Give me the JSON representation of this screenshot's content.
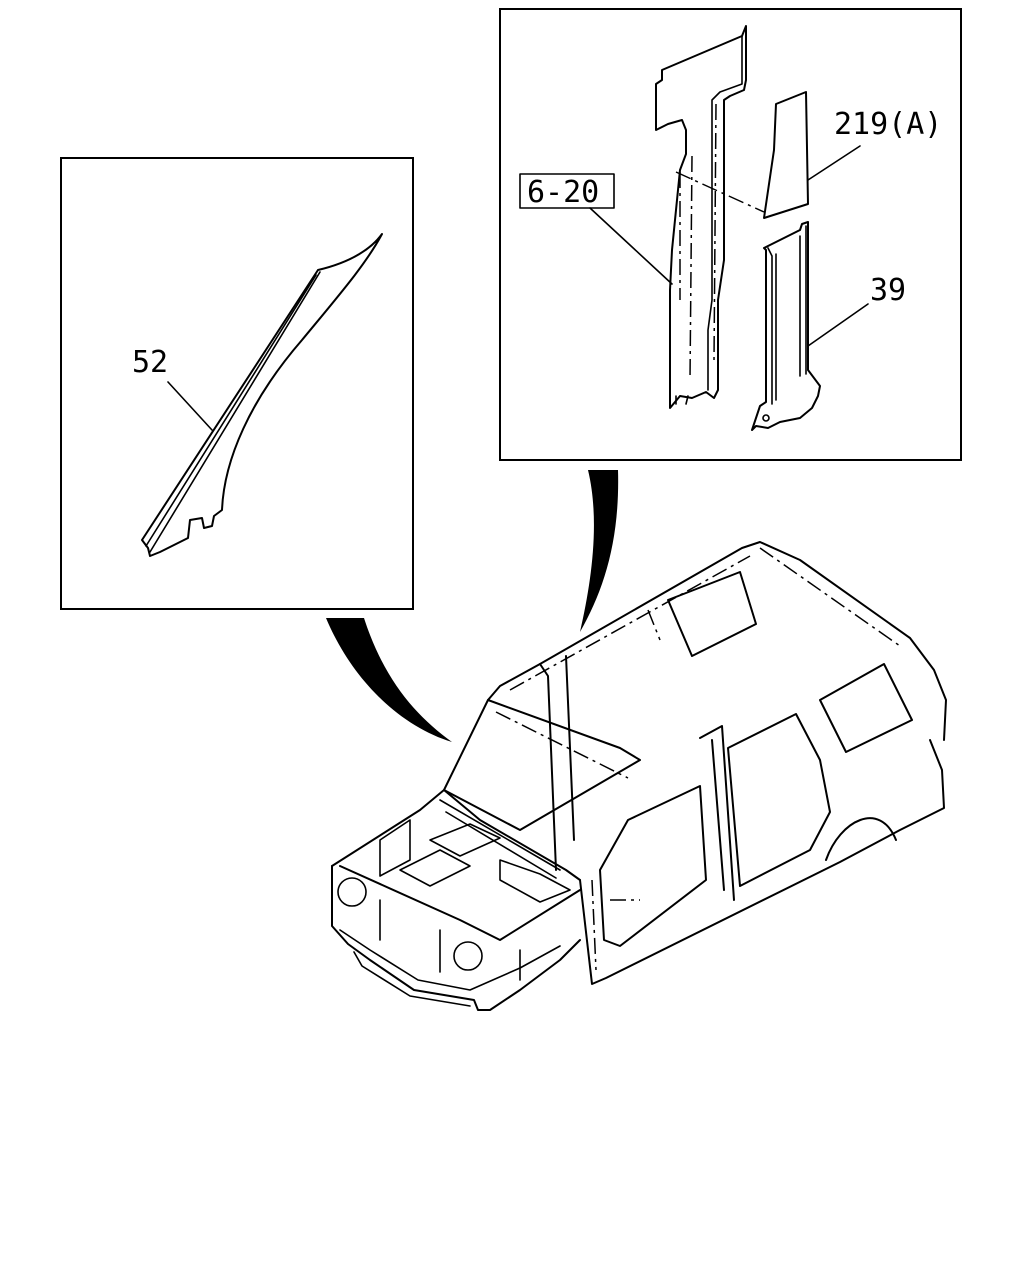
{
  "labels": {
    "part_52": "52",
    "part_6_20": "6-20",
    "part_219a": "219(A)",
    "part_39": "39"
  },
  "colors": {
    "line": "#000000",
    "background": "#ffffff"
  }
}
